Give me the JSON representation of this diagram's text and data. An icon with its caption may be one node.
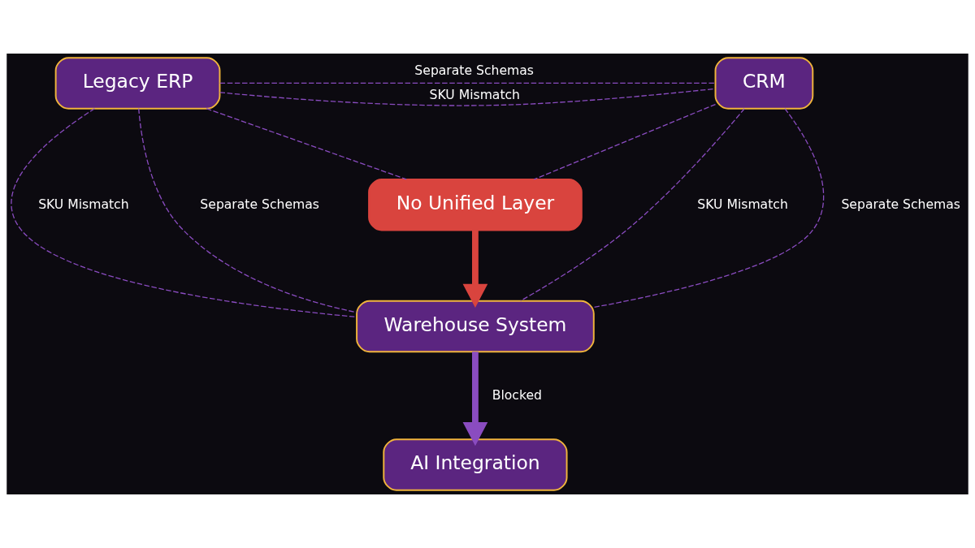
{
  "diagram": {
    "nodes": [
      {
        "text": [
          "Legacy ERP"
        ]
      },
      {
        "text": [
          "CRM"
        ]
      },
      {
        "text": [
          "No Unified Layer"
        ]
      },
      {
        "text": [
          "Warehouse System"
        ]
      },
      {
        "text": [
          "AI Integration"
        ]
      }
    ],
    "edges": [
      {
        "from": 0,
        "to": 1,
        "arrow": "none",
        "label": "SKU Mismatch",
        "style": "dashed"
      },
      {
        "from": 0,
        "to": 1,
        "arrow": "none",
        "label": "Separate Schemas",
        "style": "dashed"
      },
      {
        "from": 0,
        "to": 2,
        "arrow": "none",
        "style": "dashed"
      },
      {
        "from": 1,
        "to": 2,
        "arrow": "none",
        "style": "dashed"
      },
      {
        "from": 0,
        "to": 3,
        "arrow": "none",
        "label": "Separate Schemas",
        "style": "dashed"
      },
      {
        "from": 0,
        "to": 3,
        "arrow": "none",
        "label": "SKU Mismatch",
        "style": "dashed"
      },
      {
        "from": 1,
        "to": 3,
        "arrow": "none",
        "label": "SKU Mismatch",
        "style": "dashed"
      },
      {
        "from": 1,
        "to": 3,
        "arrow": "none",
        "label": "Separate Schemas",
        "style": "dashed"
      },
      {
        "from": 2,
        "to": 3,
        "arrow": "to",
        "style": "thick",
        "color": "#d9443e"
      },
      {
        "from": 3,
        "to": 4,
        "arrow": "to",
        "label": "Blocked",
        "style": "thick"
      }
    ]
  }
}
